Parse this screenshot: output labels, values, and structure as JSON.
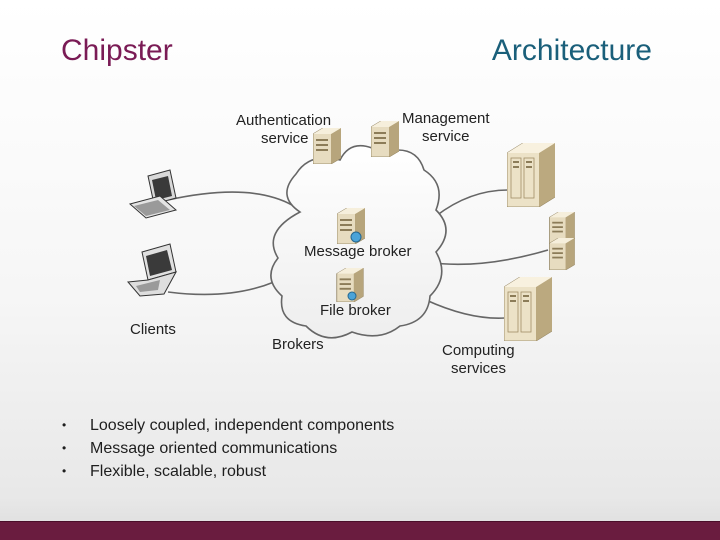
{
  "slide": {
    "title_left": "Chipster",
    "title_right": "Architecture",
    "accent_title": "#7a1b55",
    "accent_title_right": "#1a5f7a",
    "bar_color": "#6a1c3f"
  },
  "diagram": {
    "labels": {
      "auth_line1": "Authentication",
      "auth_line2": "service",
      "mgmt_line1": "Management",
      "mgmt_line2": "service",
      "message_broker": "Message broker",
      "file_broker": "File broker",
      "brokers": "Brokers",
      "clients": "Clients",
      "computing_line1": "Computing",
      "computing_line2": "services"
    },
    "icons": [
      "desktop-computer-icon",
      "laptop-icon",
      "server-tower-icon",
      "server-rack-icon"
    ]
  },
  "bullets": [
    "Loosely coupled, independent components",
    "Message oriented communications",
    "Flexible, scalable, robust"
  ]
}
